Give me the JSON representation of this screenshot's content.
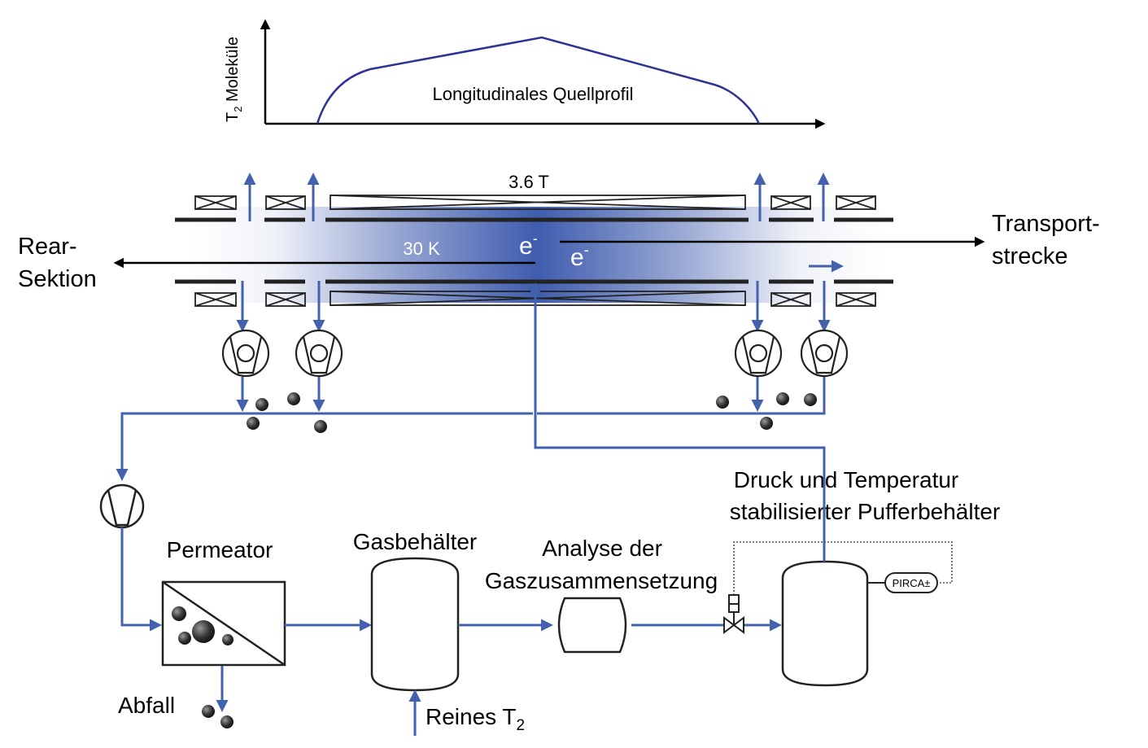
{
  "profile": {
    "ylabel_main": "T",
    "ylabel_sub": "2",
    "ylabel_rest": " Moleküle",
    "title": "Longitudinales Quellprofil"
  },
  "tube": {
    "field": "3.6 T",
    "temperature": "30 K",
    "electron": "e",
    "electron_sup": "-"
  },
  "labels": {
    "rear_line1": "Rear-",
    "rear_line2": "Sektion",
    "transport_line1": "Transport-",
    "transport_line2": "strecke",
    "buffer_line1": "Druck und Temperatur",
    "buffer_line2": "stabilisierter  Pufferbehälter",
    "permeator": "Permeator",
    "gas_container": "Gasbehälter",
    "analysis_line1": "Analyse  der",
    "analysis_line2": "Gaszusammensetzung",
    "waste": "Abfall",
    "pure_main": "Reines  T",
    "pure_sub": "2",
    "pirca": "PIRCA±"
  },
  "colors": {
    "pipe": "#4361ad",
    "profile_curve": "#2d3396",
    "tube_gradient_center": "#3f5cae"
  }
}
